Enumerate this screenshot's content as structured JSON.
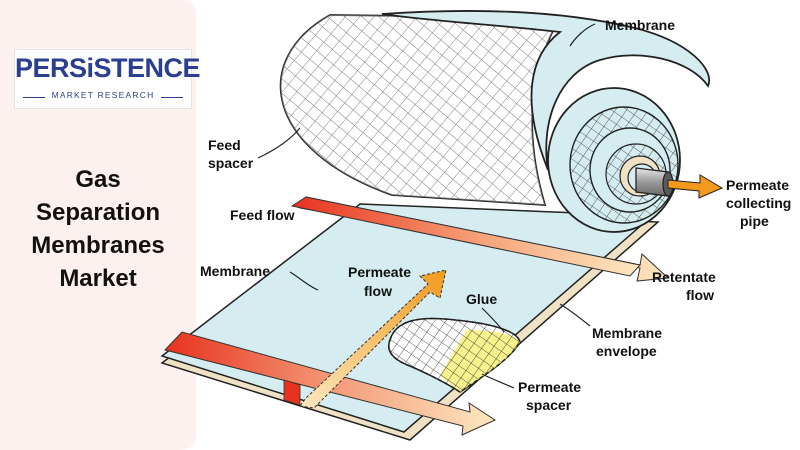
{
  "brand": {
    "logo_main": "PERSiSTENCE",
    "logo_sub": "MARKET RESEARCH",
    "primary_color": "#2a3f8f",
    "accent_color": "#e64a2e"
  },
  "title": {
    "line1": "Gas",
    "line2": "Separation",
    "line3": "Membranes",
    "line4": "Market"
  },
  "diagram": {
    "labels": {
      "membrane_top": "Membrane",
      "feed_spacer_1": "Feed",
      "feed_spacer_2": "spacer",
      "permeate_pipe_1": "Permeate",
      "permeate_pipe_2": "collecting",
      "permeate_pipe_3": "pipe",
      "feed_flow": "Feed flow",
      "membrane_left": "Membrane",
      "permeate_flow_1": "Permeate",
      "permeate_flow_2": "flow",
      "glue": "Glue",
      "retentate_1": "Retentate",
      "retentate_2": "flow",
      "envelope_1": "Membrane",
      "envelope_2": "envelope",
      "permeate_spacer_1": "Permeate",
      "permeate_spacer_2": "spacer"
    },
    "colors": {
      "membrane": "#d5edf0",
      "feed_arrow_start": "#e8321e",
      "feed_arrow_end": "#fde8c0",
      "permeate_arrow": "#f39a1e",
      "permeate_spacer": "#f6f07a",
      "envelope": "#efe2c4"
    }
  }
}
